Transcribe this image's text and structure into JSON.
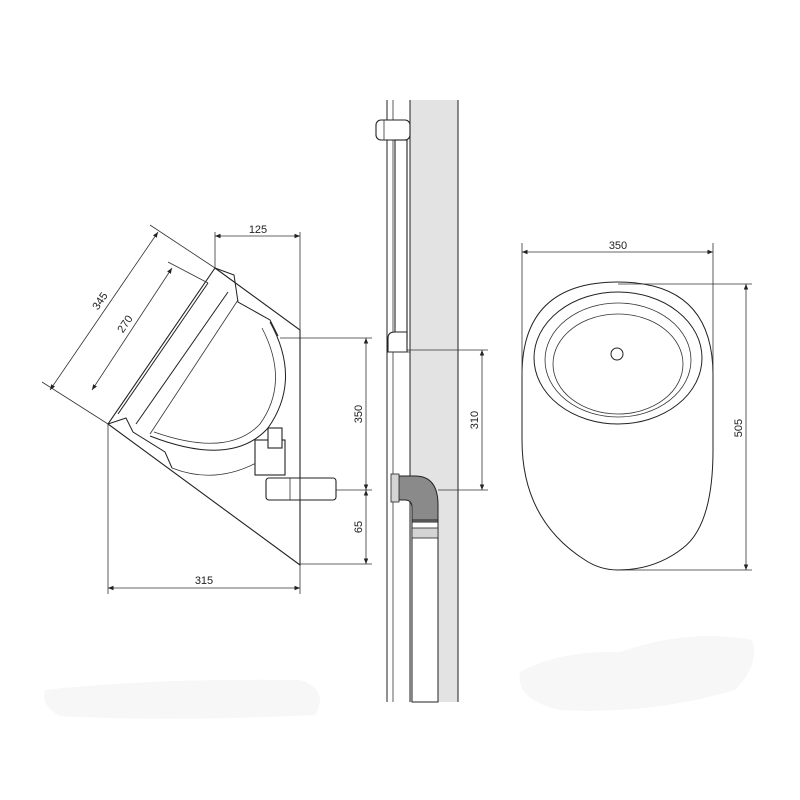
{
  "dimensions": {
    "top_view": {
      "d_125": "125",
      "d_345": "345",
      "d_270": "270",
      "d_315": "315",
      "d_350": "350",
      "d_65": "65"
    },
    "side_view": {
      "d_310": "310"
    },
    "front_view": {
      "d_350_width": "350",
      "d_505_height": "505"
    }
  },
  "colors": {
    "wall": "#e3e3e3",
    "line": "#222222",
    "pipe_dark": "#8a8a8a",
    "pipe_light": "#d4d4d4",
    "smudge": "#f7f7f7"
  }
}
